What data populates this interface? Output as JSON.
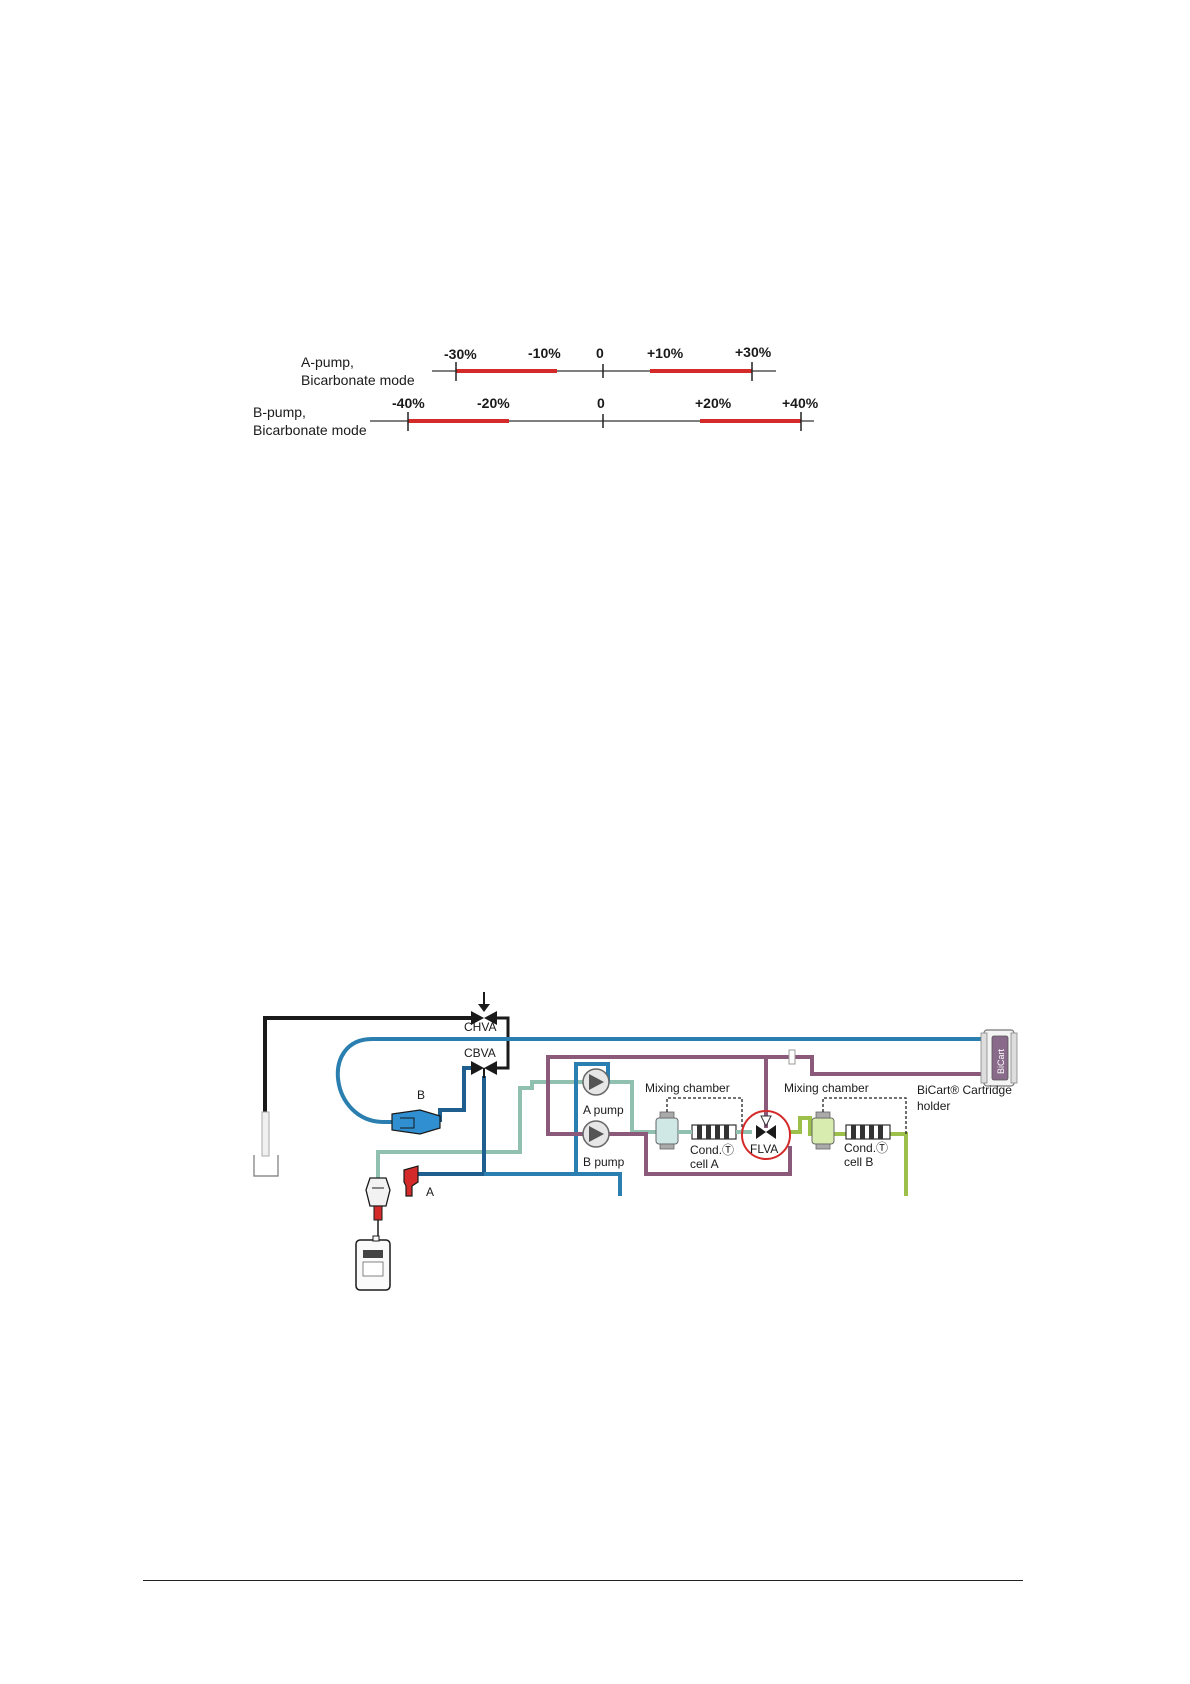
{
  "tolerance": {
    "a_pump": {
      "label_line1": "A-pump,",
      "label_line2": "Bicarbonate mode",
      "ticks": [
        "-30%",
        "-10%",
        "0",
        "+10%",
        "+30%"
      ]
    },
    "b_pump": {
      "label_line1": "B-pump,",
      "label_line2": "Bicarbonate mode",
      "ticks": [
        "-40%",
        "-20%",
        "0",
        "+20%",
        "+40%"
      ]
    },
    "colors": {
      "band": "#d42a2a",
      "axis": "#333333"
    }
  },
  "flow_diagram": {
    "labels": {
      "chva": "CHVA",
      "cbva": "CBVA",
      "b_connector": "B",
      "a_connector": "A",
      "a_pump": "A pump",
      "b_pump": "B pump",
      "mixing_chamber_1": "Mixing chamber",
      "mixing_chamber_2": "Mixing chamber",
      "cond_cell_a_line1": "Cond.Ⓣ",
      "cond_cell_a_line2": "cell A",
      "flva": "FLVA",
      "cond_cell_b_line1": "Cond.Ⓣ",
      "cond_cell_b_line2": "cell B",
      "bicart_line1": "BiCart® Cartridge",
      "bicart_line2": "holder",
      "bicart_vertical": "BiCart"
    },
    "colors": {
      "black_line": "#1a1a1a",
      "blue_line": "#2a7fb0",
      "dark_blue_line": "#1f5f8f",
      "purple_line": "#8b5a7a",
      "teal_line": "#8fc0b0",
      "green_line": "#9cc04a",
      "red_connector": "#d42a2a",
      "blue_connector": "#2f8fd0",
      "highlight_circle": "#d42a2a"
    }
  }
}
